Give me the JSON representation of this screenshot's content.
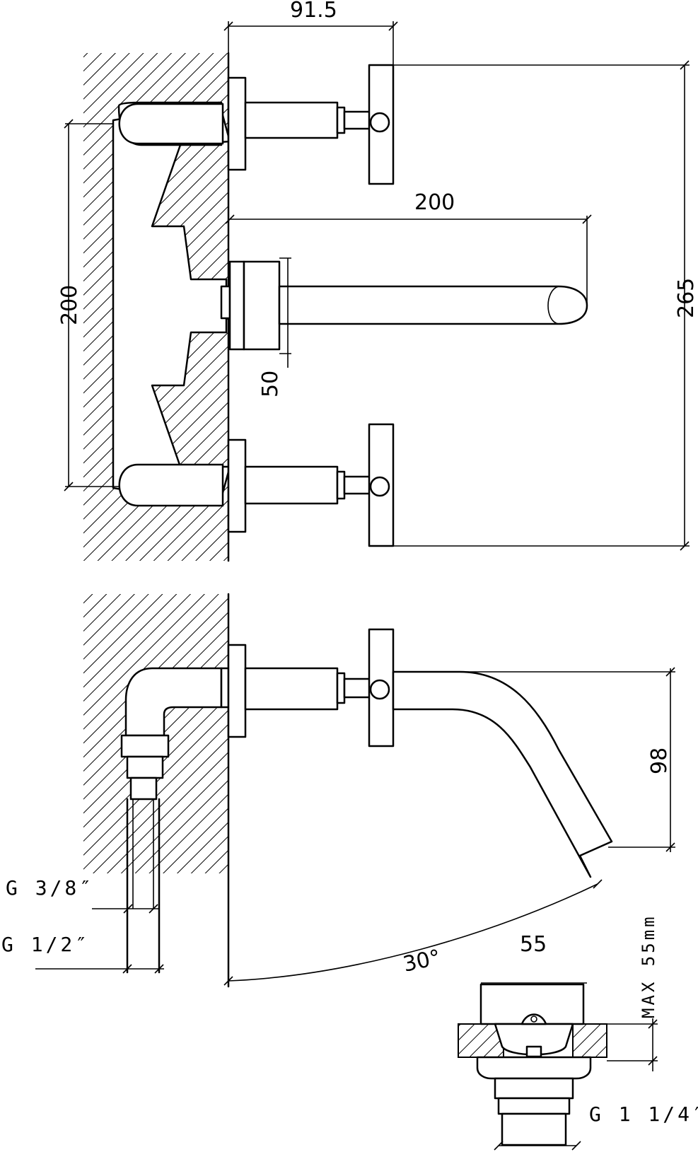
{
  "dimensions": {
    "top_width": "91.5",
    "overall_height": "265",
    "spout_projection": "200",
    "handle_spacing": "200",
    "spout_offset": "50",
    "side_height": "98",
    "side_spout": "55",
    "angle": "30°",
    "thread_small": "G 3/8″",
    "thread_large": "G 1/2″",
    "max_label": "MAX 55mm",
    "drain_thread": "G 1 1/4″"
  },
  "colors": {
    "line": "#000000",
    "background": "#ffffff"
  }
}
